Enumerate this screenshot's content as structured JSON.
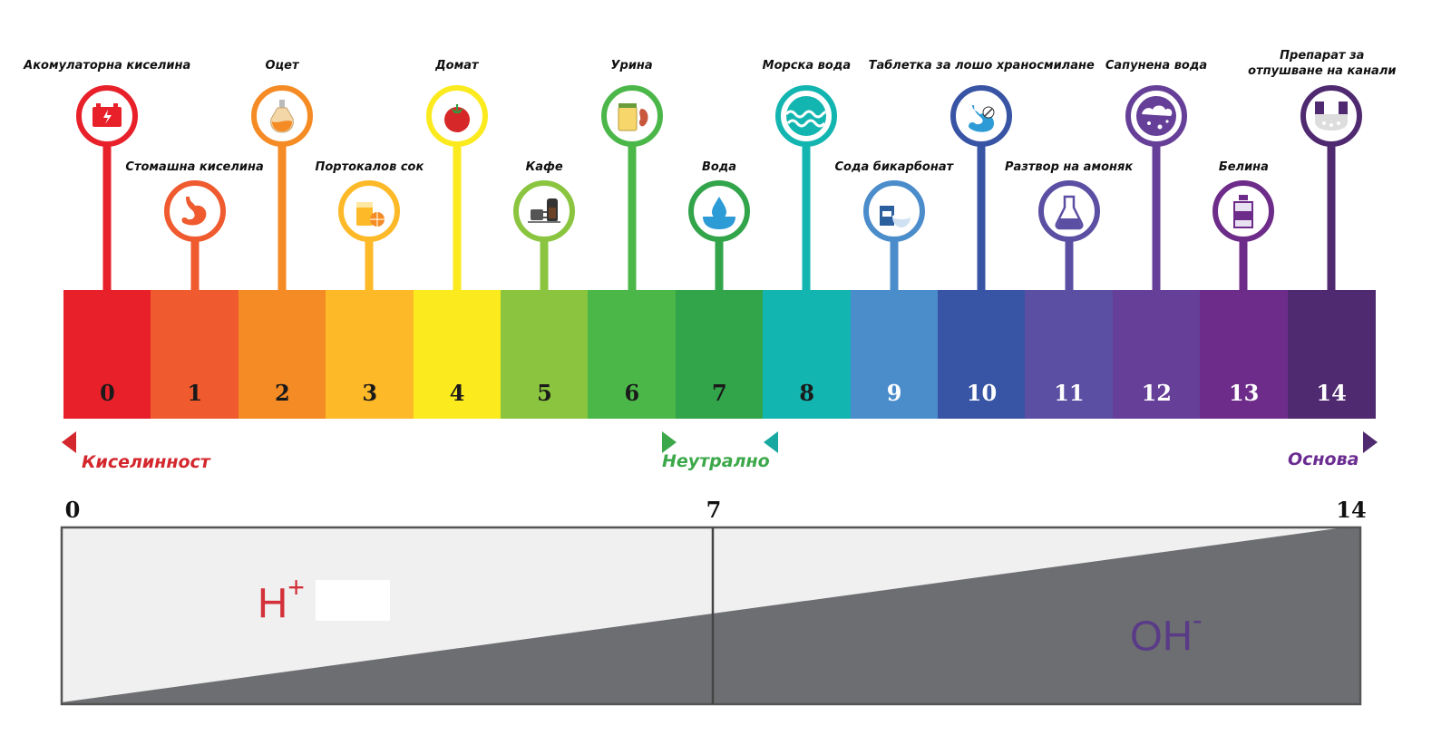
{
  "scale": [
    {
      "number": "0",
      "color": "#e8202a"
    },
    {
      "number": "1",
      "color": "#ef5a2f"
    },
    {
      "number": "2",
      "color": "#f58b25"
    },
    {
      "number": "3",
      "color": "#fdb927"
    },
    {
      "number": "4",
      "color": "#fbea1e"
    },
    {
      "number": "5",
      "color": "#8bc540"
    },
    {
      "number": "6",
      "color": "#4bb749"
    },
    {
      "number": "7",
      "color": "#32a44a"
    },
    {
      "number": "8",
      "color": "#13b5b0"
    },
    {
      "number": "9",
      "color": "#4b8ccb"
    },
    {
      "number": "10",
      "color": "#3854a4"
    },
    {
      "number": "11",
      "color": "#5a4fa3"
    },
    {
      "number": "12",
      "color": "#663f98"
    },
    {
      "number": "13",
      "color": "#6e2c8a"
    },
    {
      "number": "14",
      "color": "#4f2a70"
    }
  ],
  "items": [
    {
      "label": "Акомулаторна киселина",
      "icon": "battery-icon",
      "color": "#e8202a",
      "row": "high"
    },
    {
      "label": "Стомашна киселина",
      "icon": "stomach-icon",
      "color": "#ef5a2f",
      "row": "low"
    },
    {
      "label": "Оцет",
      "icon": "vinegar-bottle-icon",
      "color": "#f58b25",
      "row": "high"
    },
    {
      "label": "Портокалов сок",
      "icon": "orange-juice-icon",
      "color": "#fdb927",
      "row": "low"
    },
    {
      "label": "Домат",
      "icon": "tomato-icon",
      "color": "#fbea1e",
      "row": "high"
    },
    {
      "label": "Кафе",
      "icon": "coffee-icon",
      "color": "#8bc540",
      "row": "low"
    },
    {
      "label": "Урина",
      "icon": "urine-kidney-icon",
      "color": "#4bb749",
      "row": "high"
    },
    {
      "label": "Вода",
      "icon": "water-drop-icon",
      "color": "#32a44a",
      "row": "low"
    },
    {
      "label": "Морска вода",
      "icon": "sea-waves-icon",
      "color": "#13b5b0",
      "row": "high"
    },
    {
      "label": "Сода бикарбонат",
      "icon": "baking-soda-icon",
      "color": "#4b8ccb",
      "row": "low"
    },
    {
      "label": "Таблетка за лошо храносмилане",
      "icon": "antacid-stomach-icon",
      "color": "#3854a4",
      "row": "high"
    },
    {
      "label": "Разтвор на амоняк",
      "icon": "flask-icon",
      "color": "#5a4fa3",
      "row": "low"
    },
    {
      "label": "Сапунена вода",
      "icon": "soap-foam-icon",
      "color": "#663f98",
      "row": "high"
    },
    {
      "label": "Белина",
      "icon": "bleach-bottle-icon",
      "color": "#6e2c8a",
      "row": "low"
    },
    {
      "label": "Препарат за отпушване на канали",
      "icon": "drain-cleaner-icon",
      "color": "#4f2a70",
      "row": "high"
    }
  ],
  "arrows": {
    "acid_label": "Киселинност",
    "neutral_label": "Неутрално",
    "base_label": "Основа",
    "acid_color": "#d4272d",
    "neutral_color": "#3ca84a",
    "base_color": "#6a2c91"
  },
  "concentration": {
    "tick_start": "0",
    "tick_mid": "7",
    "tick_end": "14",
    "h_ion": "H",
    "h_sup": "+",
    "oh_ion": "OH",
    "oh_sup": "-",
    "h_color": "#d3303a",
    "oh_color": "#5a3b87",
    "light_fill": "#f0f0f0",
    "dark_fill": "#6d6e71"
  }
}
